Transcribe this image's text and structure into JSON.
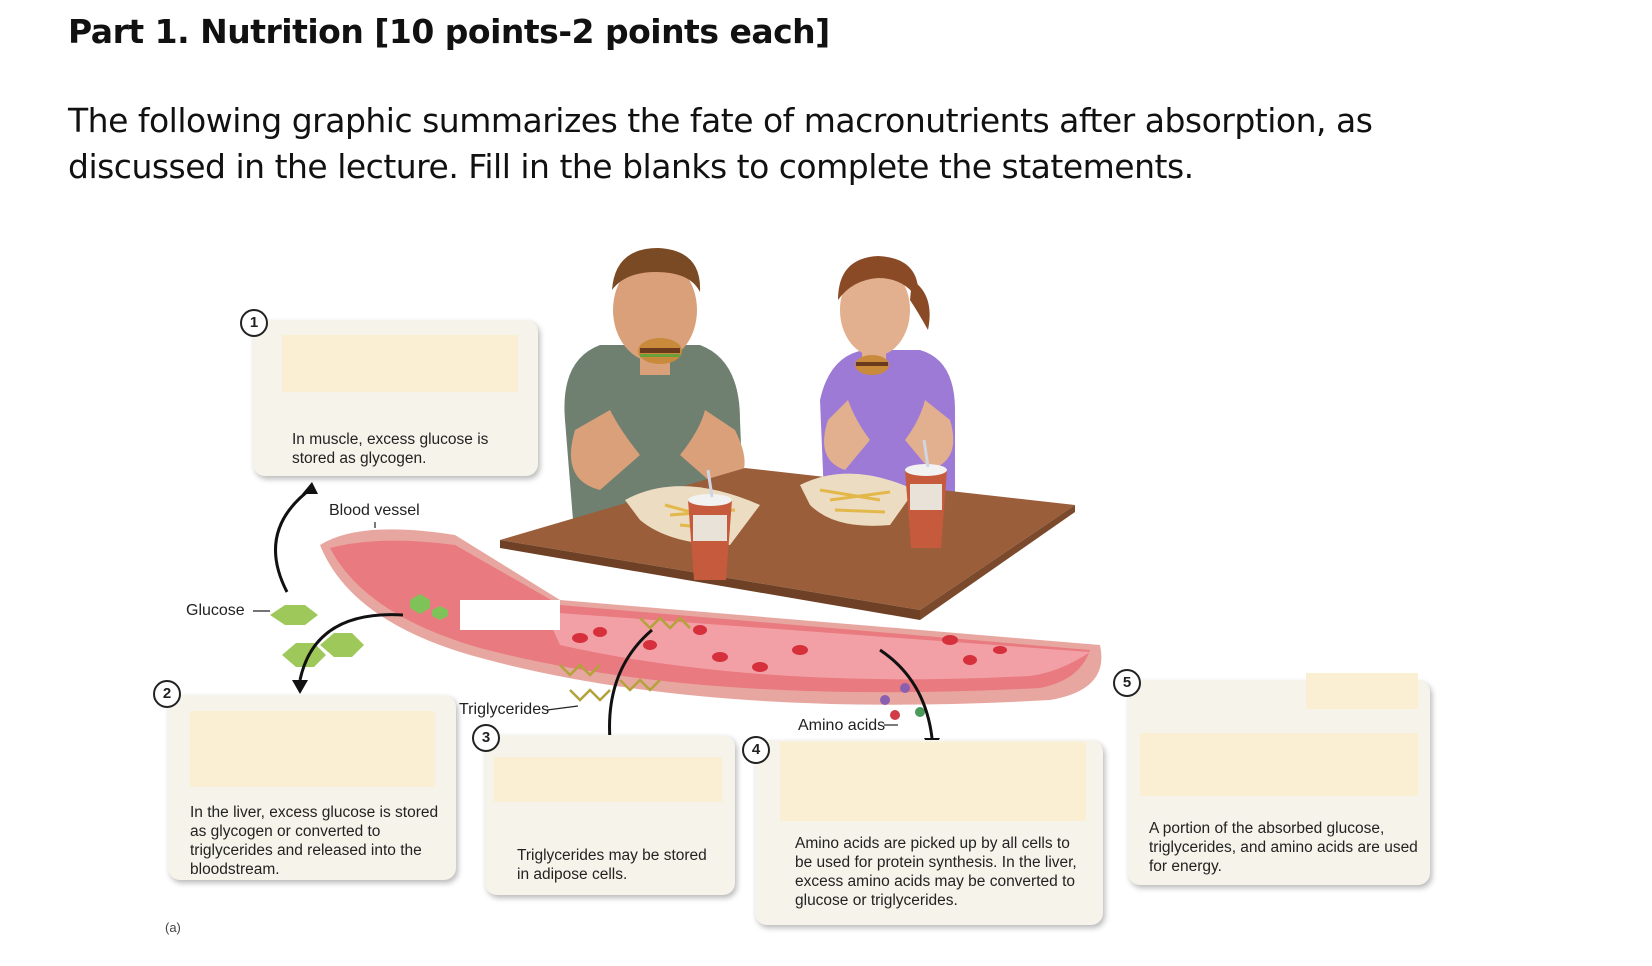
{
  "heading": "Part 1. Nutrition [10 points-2 points each]",
  "intro": "The following graphic summarizes the fate of macronutrients after absorption, as discussed in the lecture. Fill in the blanks to complete the statements.",
  "figure": {
    "panel_label": "(a)",
    "labels": {
      "blood_vessel": "Blood vessel",
      "glucose": "Glucose",
      "triglycerides": "Triglycerides",
      "amino_acids": "Amino acids"
    },
    "steps": [
      {
        "number": "1",
        "caption": "In muscle, excess glucose is stored as glycogen."
      },
      {
        "number": "2",
        "caption": "In the liver, excess glucose is stored as glycogen or converted to triglycerides and released into the bloodstream."
      },
      {
        "number": "3",
        "caption": "Triglycerides may be stored in adipose cells."
      },
      {
        "number": "4",
        "caption": "Amino acids are picked up by all cells to be used for protein synthesis. In the liver, excess amino acids may be converted to glucose or triglycerides."
      },
      {
        "number": "5",
        "caption": "A portion of the absorbed glucose, triglycerides, and amino acids are used for energy."
      }
    ]
  }
}
